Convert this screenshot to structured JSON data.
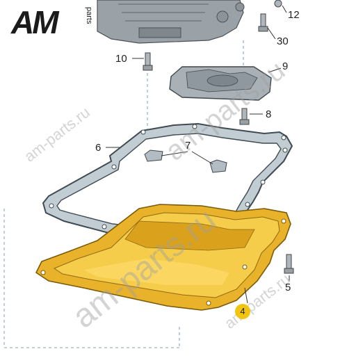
{
  "logo": {
    "mark": "AM",
    "sub": "parts"
  },
  "callouts": {
    "c12": "12",
    "c30": "30",
    "c10": "10",
    "c9": "9",
    "c8": "8",
    "c6": "6",
    "c7": "7",
    "c5": "5",
    "c4": "4"
  },
  "watermarks": [
    "am-parts.ru",
    "am-parts.ru",
    "am-parts.ru",
    "am-parts.ru"
  ],
  "colors": {
    "pan_fill": "#e8b22a",
    "pan_shadow": "#b88312",
    "gasket": "#6d7c88",
    "gasket_fill": "#b9c4cc",
    "body": "#8b949b",
    "filter": "#a7b0b7",
    "badge": "#f1c40f"
  }
}
